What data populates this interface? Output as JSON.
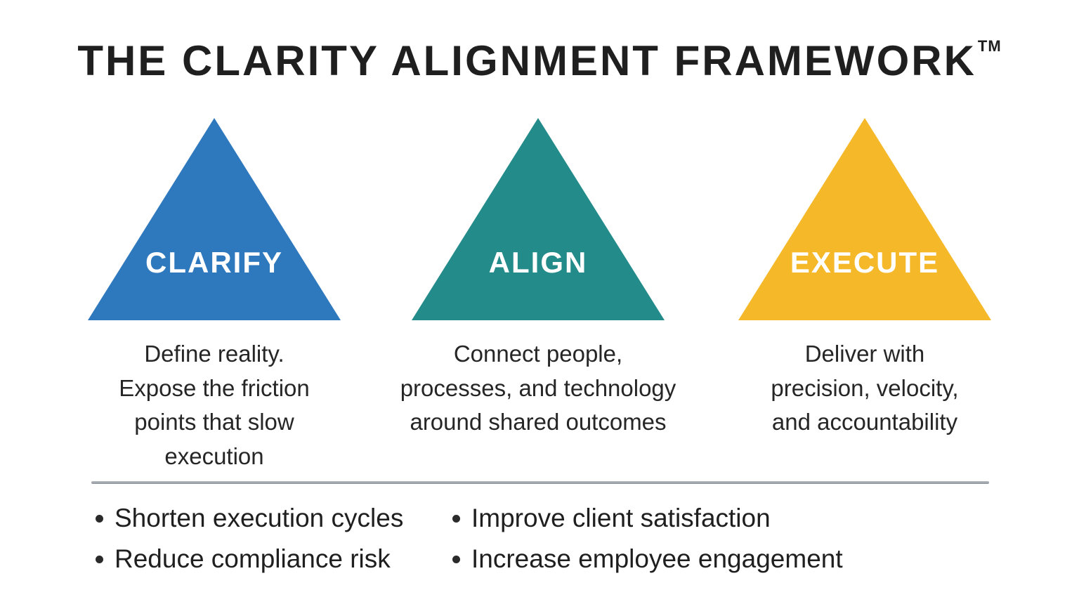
{
  "title": {
    "text": "THE CLARITY ALIGNMENT FRAMEWORK",
    "trademark": "TM"
  },
  "colors": {
    "clarify": "#2e78bd",
    "align": "#238b8a",
    "execute": "#f5b828",
    "divider": "#a3a8ae",
    "label_text": "#ffffff",
    "body_text": "#222222"
  },
  "pillars": [
    {
      "label": "CLARIFY",
      "color": "#2e78bd",
      "description": "Define reality.\nExpose the friction\npoints that slow\nexecution"
    },
    {
      "label": "ALIGN",
      "color": "#238b8a",
      "description": "Connect people,\nprocesses, and technology\naround shared outcomes"
    },
    {
      "label": "EXECUTE",
      "color": "#f5b828",
      "description": "Deliver with\nprecision, velocity,\nand accountability"
    }
  ],
  "outcomes": [
    "Shorten execution cycles",
    "Improve client satisfaction",
    "Reduce compliance risk",
    "Increase employee engagement"
  ]
}
